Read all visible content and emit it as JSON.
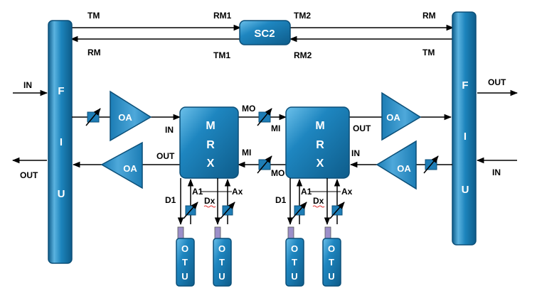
{
  "colors": {
    "block_fill": "#1C84BC",
    "block_light": "#5BB3E0",
    "block_dark": "#0E5C8A",
    "block_stroke": "#0B4F78",
    "attenuator_fill": "#1E7DB6",
    "line": "#000000",
    "connector": "#9C8FC9",
    "underline": "#E03030",
    "text_dark": "#000000",
    "text_light": "#ffffff"
  },
  "icons": {
    "variable_attenuator": "variable-attenuator-icon",
    "amplifier": "triangle-amplifier-icon"
  },
  "fiu_left": {
    "letters": [
      "F",
      "I",
      "U"
    ]
  },
  "fiu_right": {
    "letters": [
      "F",
      "I",
      "U"
    ]
  },
  "sc2": {
    "label": "SC2"
  },
  "top_labels": {
    "left_tm": "TM",
    "left_rm": "RM",
    "rm1": "RM1",
    "tm1": "TM1",
    "tm2": "TM2",
    "rm2": "RM2",
    "right_rm": "RM",
    "right_tm": "TM"
  },
  "ports": {
    "left_in": "IN",
    "left_out": "OUT",
    "right_out": "OUT",
    "right_in": "IN"
  },
  "amplifiers": {
    "top_left": "OA",
    "bottom_left": "OA",
    "top_right": "OA",
    "bottom_right": "OA"
  },
  "mrx_left": {
    "letters": [
      "M",
      "R",
      "X"
    ],
    "in": "IN",
    "out": "OUT",
    "mo": "MO",
    "mi": "MI",
    "d1": "D1",
    "a1": "A1",
    "ax": "Ax",
    "dx": "Dx"
  },
  "mrx_right": {
    "letters": [
      "M",
      "R",
      "X"
    ],
    "out": "OUT",
    "in": "IN",
    "mi": "MI",
    "mo": "MO",
    "d1": "D1",
    "a1": "A1",
    "ax": "Ax",
    "dx": "Dx"
  },
  "otu": {
    "letters": [
      "O",
      "T",
      "U"
    ]
  }
}
